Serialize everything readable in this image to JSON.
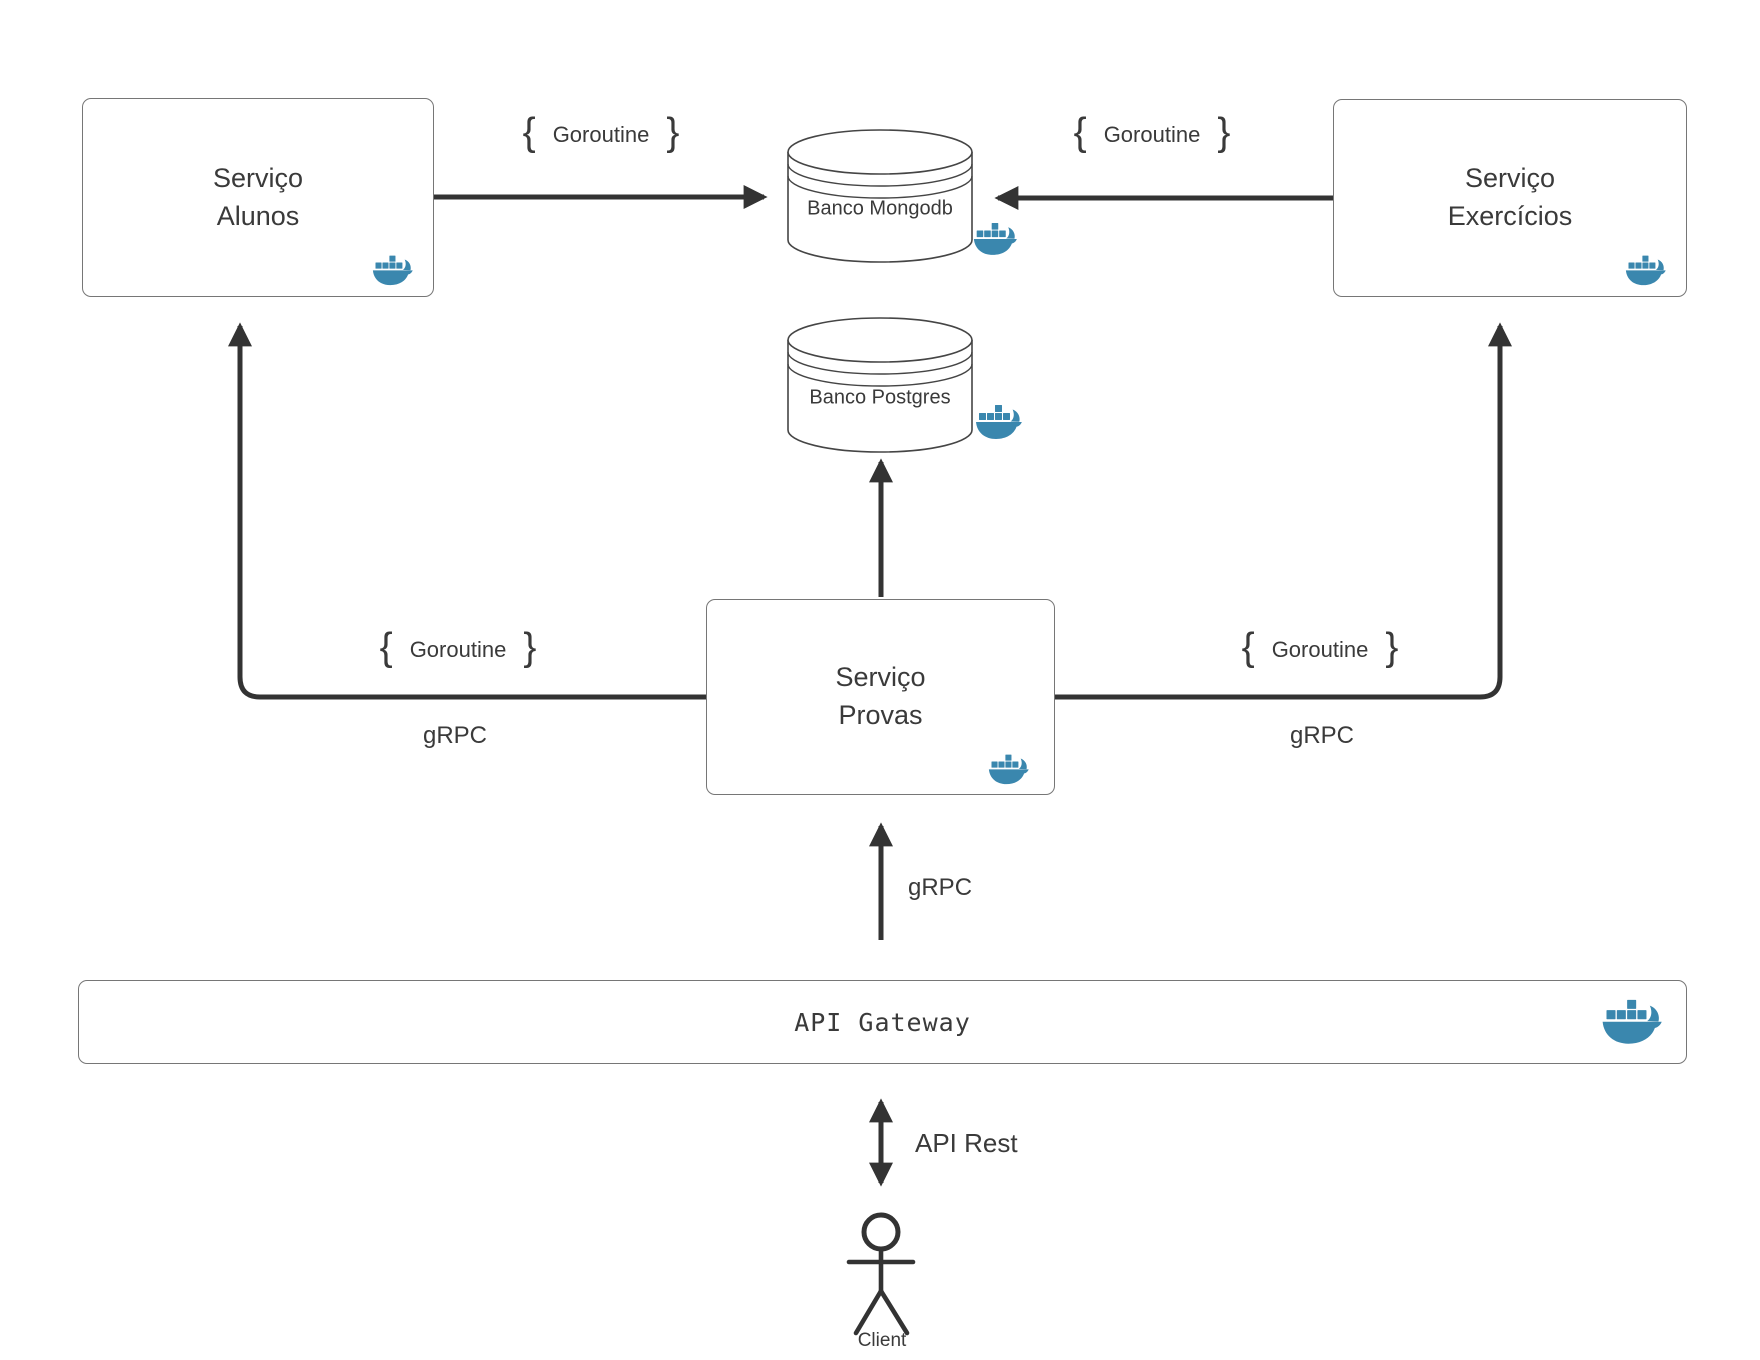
{
  "colors": {
    "docker_blue": "#3a87ae",
    "line": "#333333"
  },
  "nodes": {
    "servico_alunos": {
      "label": "Serviço\nAlunos"
    },
    "servico_exercicios": {
      "label": "Serviço\nExercícios"
    },
    "servico_provas": {
      "label": "Serviço\nProvas"
    },
    "banco_mongodb": {
      "label": "Banco Mongodb"
    },
    "banco_postgres": {
      "label": "Banco Postgres"
    },
    "api_gateway": {
      "label": "API Gateway"
    },
    "client": {
      "label": "Client"
    }
  },
  "edge_labels": {
    "brace_open": "{",
    "brace_close": "}",
    "goroutine": "Goroutine",
    "grpc": "gRPC",
    "api_rest": "API Rest"
  }
}
